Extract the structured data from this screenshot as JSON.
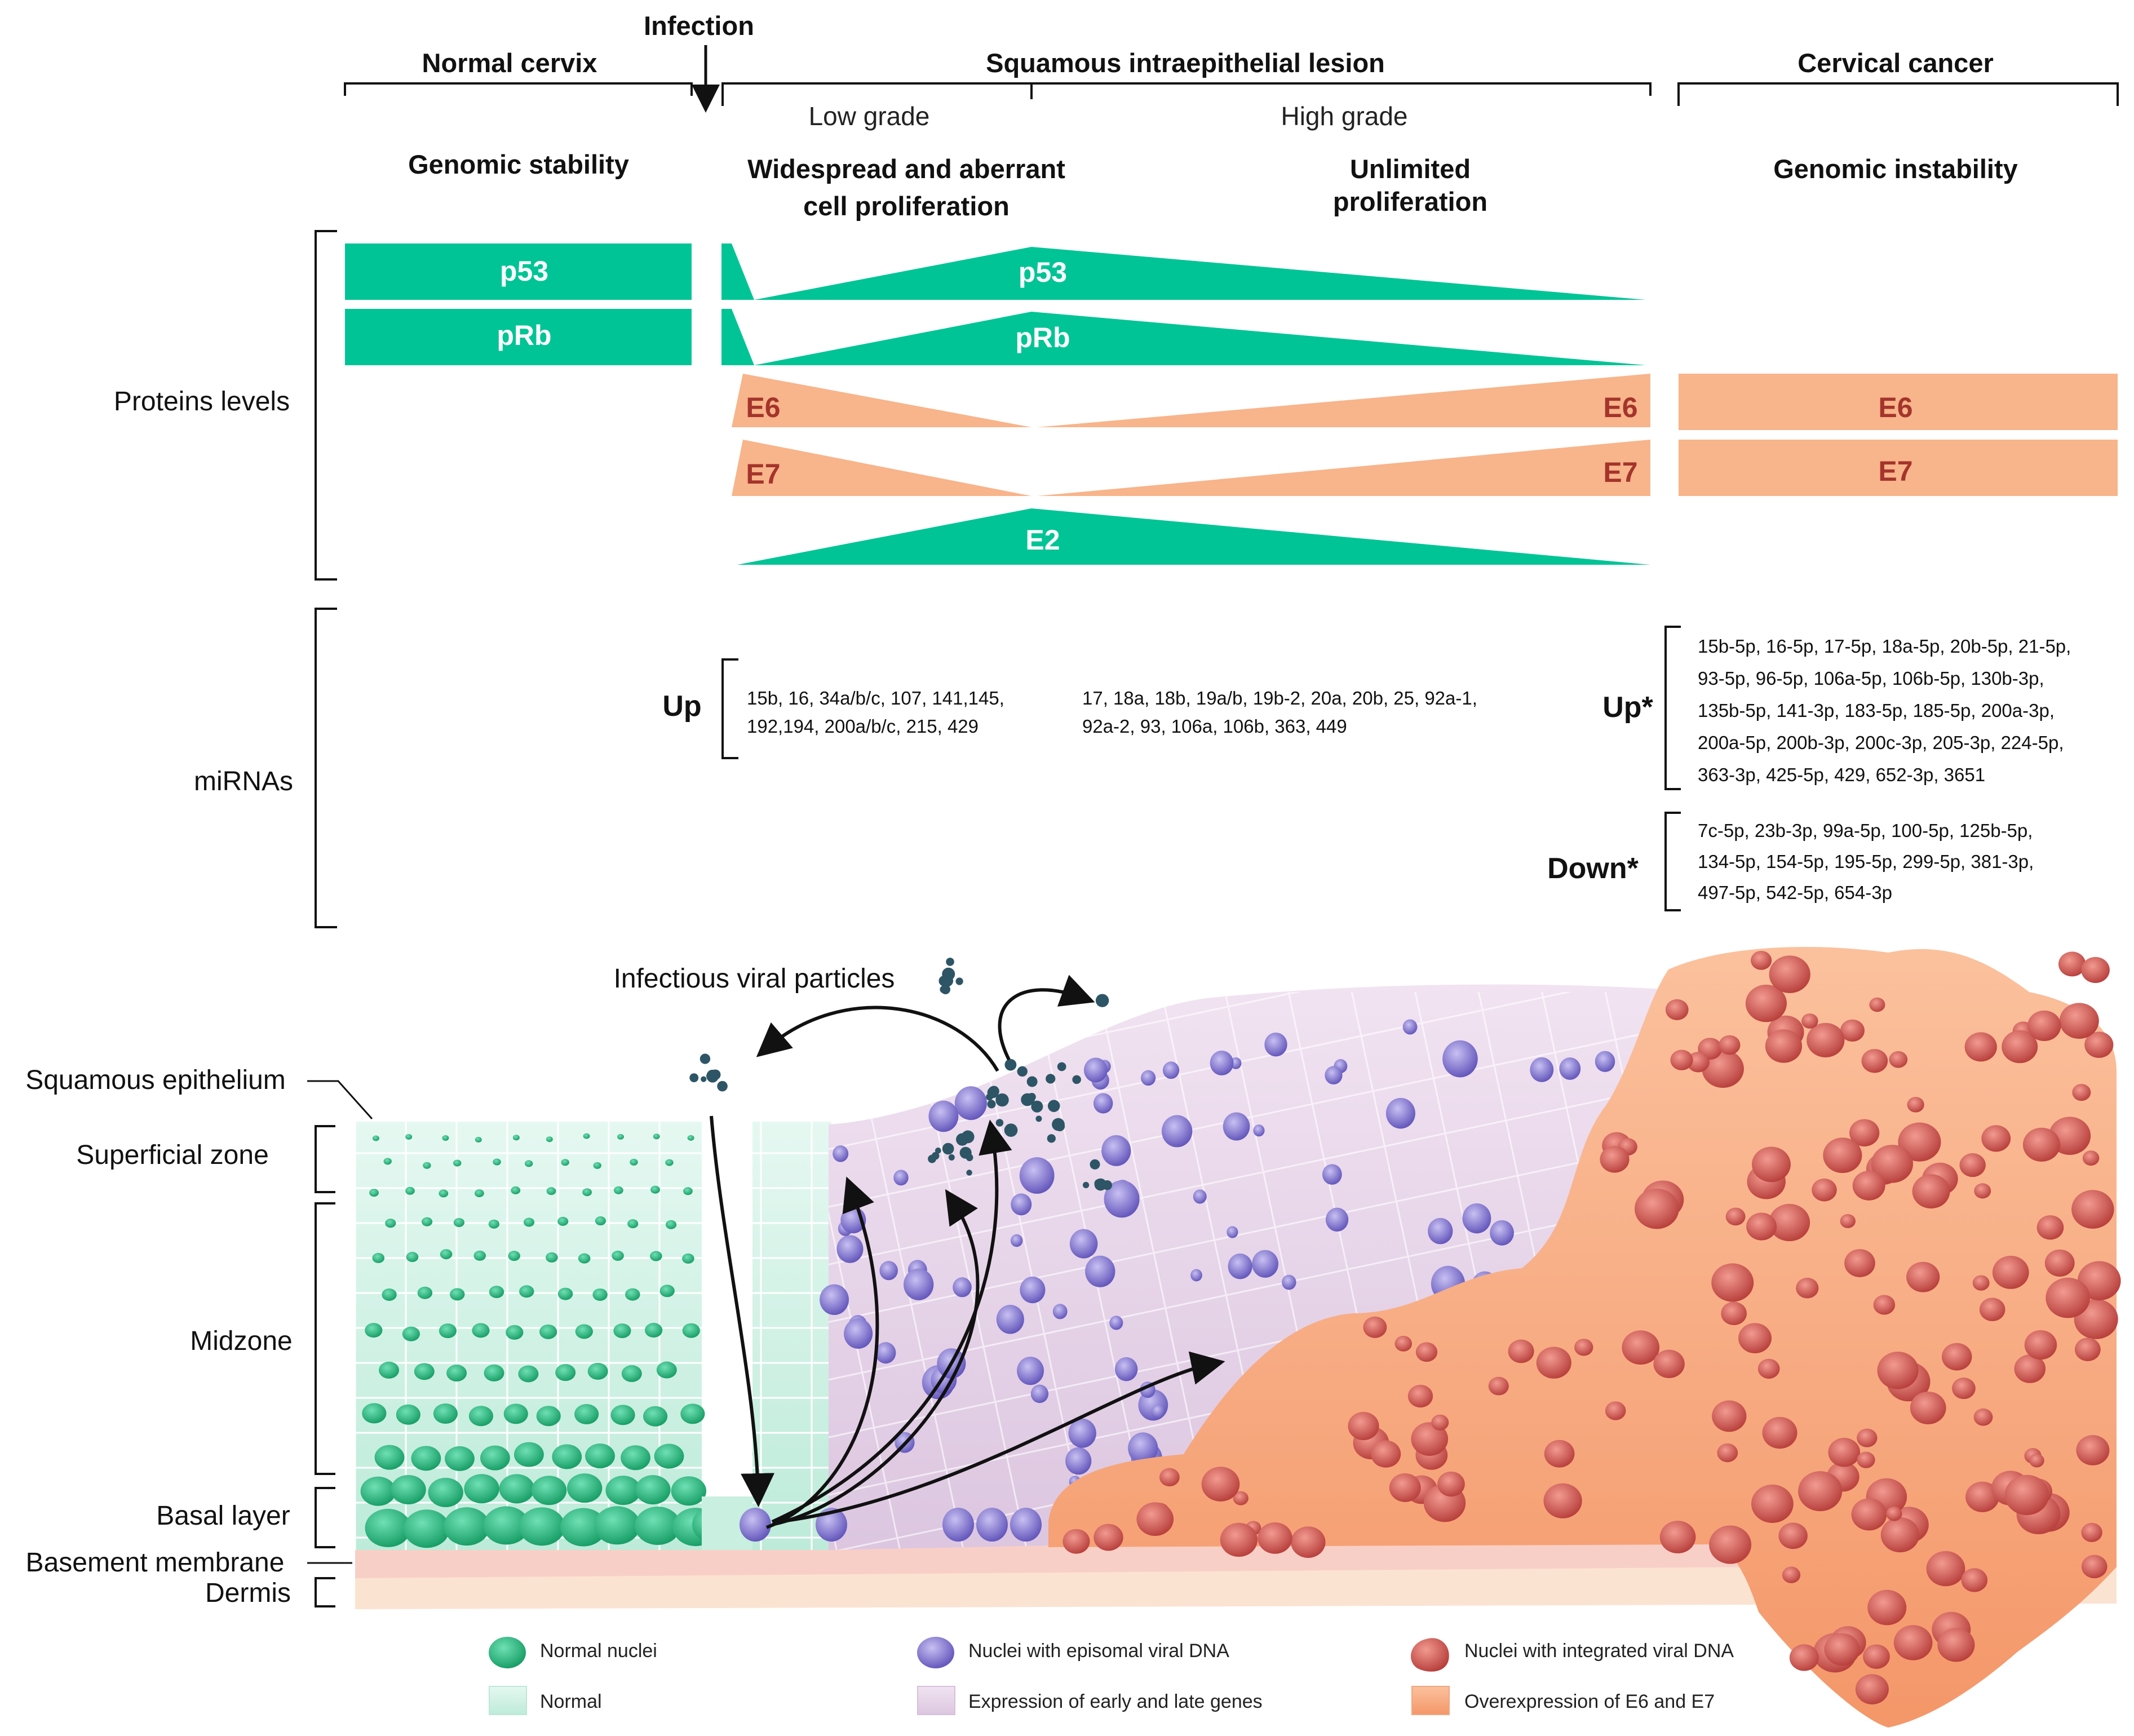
{
  "header": {
    "normal_cervix": "Normal cervix",
    "infection": "Infection",
    "sil": "Squamous intraepithelial lesion",
    "cervical_cancer": "Cervical cancer",
    "low_grade": "Low grade",
    "high_grade": "High grade",
    "genomic_stability": "Genomic stability",
    "widespread_1": "Widespread and aberrant",
    "widespread_2": "cell proliferation",
    "unlimited_1": "Unlimited",
    "unlimited_2": "proliferation",
    "genomic_instability": "Genomic instability"
  },
  "rows": {
    "proteins": "Proteins levels",
    "mirnas": "miRNAs"
  },
  "proteins": {
    "p53": "p53",
    "prb": "pRb",
    "e6": "E6",
    "e7": "E7",
    "e2": "E2"
  },
  "mirna": {
    "up_label": "Up",
    "low_line1": "15b, 16, 34a/b/c, 107, 141,145,",
    "low_line2": "192,194, 200a/b/c, 215, 429",
    "high_line1": "17, 18a, 18b, 19a/b, 19b-2, 20a, 20b, 25, 92a-1,",
    "high_line2": "92a-2, 93, 106a, 106b, 363, 449",
    "cancer_up_label": "Up*",
    "cancer_up": [
      "15b-5p, 16-5p, 17-5p, 18a-5p, 20b-5p, 21-5p,",
      "93-5p, 96-5p, 106a-5p, 106b-5p, 130b-3p,",
      "135b-5p, 141-3p, 183-5p, 185-5p, 200a-3p,",
      "200a-5p, 200b-3p, 200c-3p, 205-3p, 224-5p,",
      "363-3p, 425-5p, 429, 652-3p, 3651"
    ],
    "cancer_down_label": "Down*",
    "cancer_down": [
      "7c-5p, 23b-3p, 99a-5p, 100-5p, 125b-5p,",
      "134-5p, 154-5p, 195-5p, 299-5p, 381-3p,",
      "497-5p, 542-5p, 654-3p"
    ]
  },
  "tissue": {
    "viral_particles": "Infectious viral particles",
    "squamous_epithelium": "Squamous epithelium",
    "superficial_zone": "Superficial zone",
    "midzone": "Midzone",
    "basal_layer": "Basal layer",
    "basement_membrane": "Basement membrane",
    "dermis": "Dermis"
  },
  "legend": {
    "normal_nuclei": "Normal nuclei",
    "normal": "Normal",
    "episomal": "Nuclei with episomal viral DNA",
    "early_late": "Expression of early and late genes",
    "integrated": "Nuclei with integrated viral DNA",
    "overexpression": "Overexpression of E6 and E7"
  },
  "colors": {
    "teal": "#00c496",
    "salmon": "#f8b48a",
    "salmon_text": "#a4342c",
    "normal_tissue": "#c9efe0",
    "normal_nucleus": "#1faa72",
    "lesion_tissue": "#e9d5ea",
    "episomal_nucleus": "#7f72c7",
    "cancer_tissue": "#f7a57c",
    "integrated_nucleus": "#c8544e",
    "virus": "#2d5566"
  }
}
